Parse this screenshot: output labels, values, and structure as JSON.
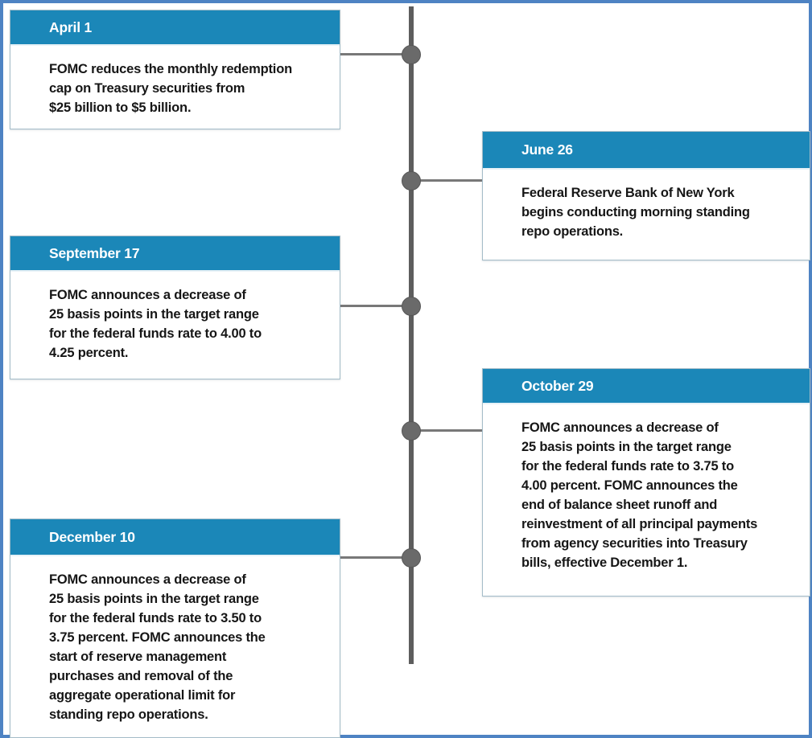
{
  "timeline": {
    "accent_color": "#1b87b8",
    "axis_color": "#5d5d5d",
    "node_color": "#6a6a6a",
    "frame_color": "#4e83c3",
    "events": [
      {
        "date": "April 1",
        "side": "left",
        "body": [
          "FOMC reduces the monthly redemption",
          "cap on Treasury securities from",
          "$25 billion to $5 billion."
        ]
      },
      {
        "date": "June 26",
        "side": "right",
        "body": [
          "Federal Reserve Bank of New York",
          "begins conducting morning standing",
          "repo operations."
        ]
      },
      {
        "date": "September 17",
        "side": "left",
        "body": [
          "FOMC announces a decrease of",
          "25 basis points in the target range",
          "for the federal funds rate to 4.00 to",
          "4.25 percent."
        ]
      },
      {
        "date": "October 29",
        "side": "right",
        "body": [
          "FOMC announces a decrease of",
          "25 basis points in the target range",
          "for the federal funds rate to 3.75 to",
          "4.00 percent. FOMC announces the",
          "end of balance sheet runoff and",
          "reinvestment of all principal payments",
          "from agency securities into Treasury",
          "bills, effective December 1."
        ]
      },
      {
        "date": "December 10",
        "side": "left",
        "body": [
          "FOMC announces a decrease of",
          "25 basis points in the target range",
          "for the federal funds rate to 3.50 to",
          "3.75 percent. FOMC announces the",
          "start of reserve management",
          "purchases and removal of the",
          "aggregate operational limit for",
          "standing repo operations."
        ]
      }
    ]
  }
}
